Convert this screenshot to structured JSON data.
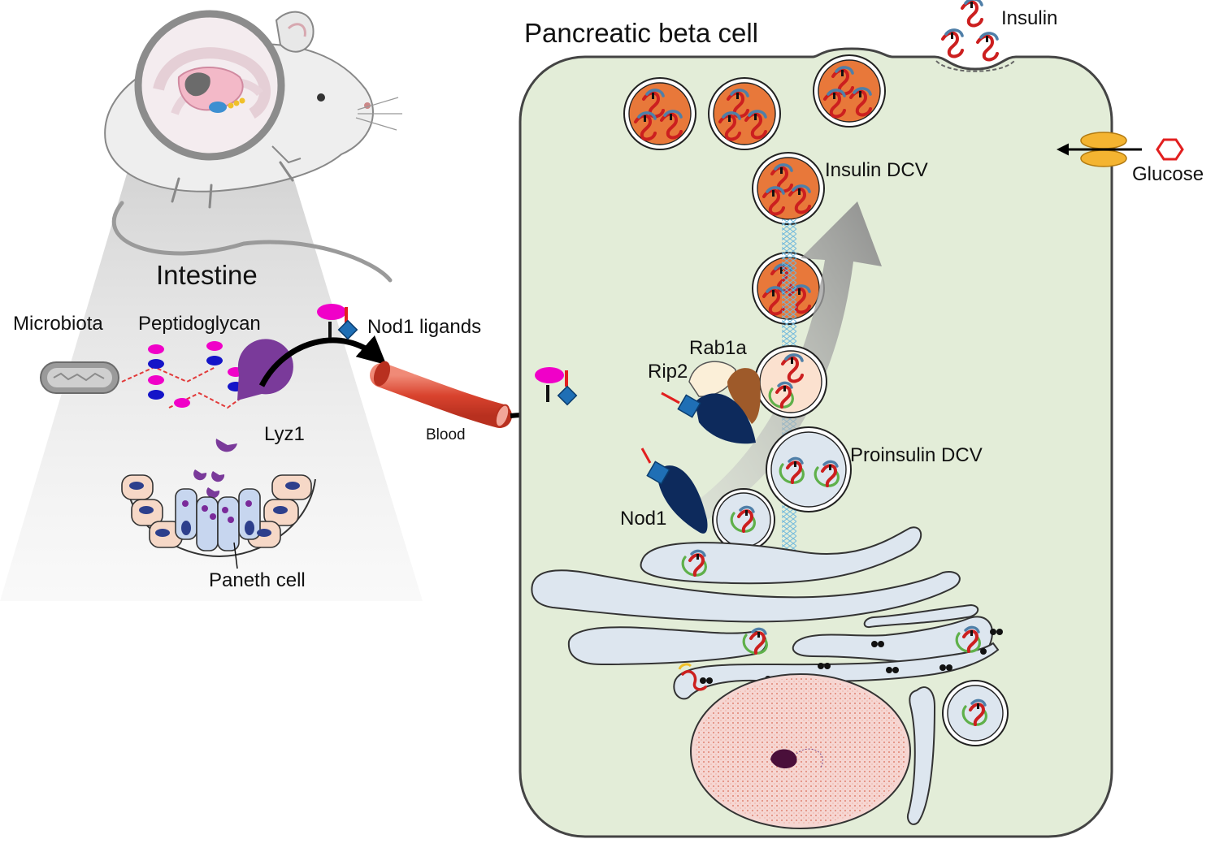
{
  "labels": {
    "intestine": "Intestine",
    "microbiota": "Microbiota",
    "peptidoglycan": "Peptidoglycan",
    "lyz1": "Lyz1",
    "paneth_cell": "Paneth cell",
    "nod1_ligands": "Nod1 ligands",
    "blood": "Blood",
    "pancreatic_beta_cell": "Pancreatic beta cell",
    "insulin": "Insulin",
    "glucose": "Glucose",
    "insulin_dcv": "Insulin DCV",
    "rab1a": "Rab1a",
    "rip2": "Rip2",
    "proinsulin_dcv": "Proinsulin DCV",
    "nod1": "Nod1"
  },
  "colors": {
    "cell_fill": "#e3edd8",
    "cell_stroke": "#444444",
    "granule_orange": "#e8783a",
    "proinsulin_fill": "#dde6ef",
    "er_fill": "#dde6ef",
    "nod1_navy": "#0d2a5c",
    "ligand_magenta": "#f000c8",
    "ligand_blue": "#1f6fb5",
    "blood_red": "#e4573f",
    "lyz1_purple": "#7a3a9a",
    "insulin_red": "#cc1f1f",
    "insulin_blue": "#4f7fa8",
    "proinsulin_green": "#5fb04a",
    "nucleus_pink": "#f6d6d2",
    "microtubule": "#6fb8dd",
    "glucose_red": "#e21f1f",
    "transporter_orange": "#f4b431"
  }
}
